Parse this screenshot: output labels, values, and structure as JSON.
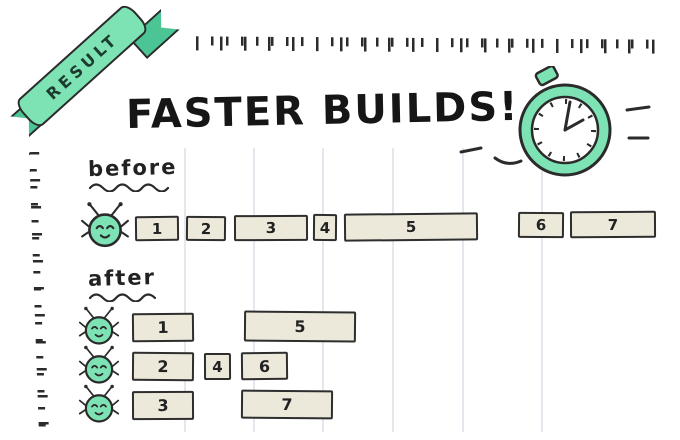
{
  "banner": {
    "label": "RESULT"
  },
  "title": "FASTER BUILDS!",
  "sections": {
    "before": {
      "label": "before",
      "boxes": [
        "1",
        "2",
        "3",
        "4",
        "5",
        "6",
        "7"
      ]
    },
    "after": {
      "label": "after",
      "rows": [
        [
          "1",
          "5"
        ],
        [
          "2",
          "4",
          "6"
        ],
        [
          "3",
          "7"
        ]
      ]
    }
  },
  "icons": {
    "stopwatch": "stopwatch-icon",
    "robot": "build-bot-icon",
    "banner": "ribbon-banner"
  },
  "colors": {
    "mint": "#7de3b4",
    "mint_dark": "#4cc595",
    "ink": "#2b2b2b",
    "box_fill": "#ece8da",
    "gridline": "#e6e6ee"
  }
}
